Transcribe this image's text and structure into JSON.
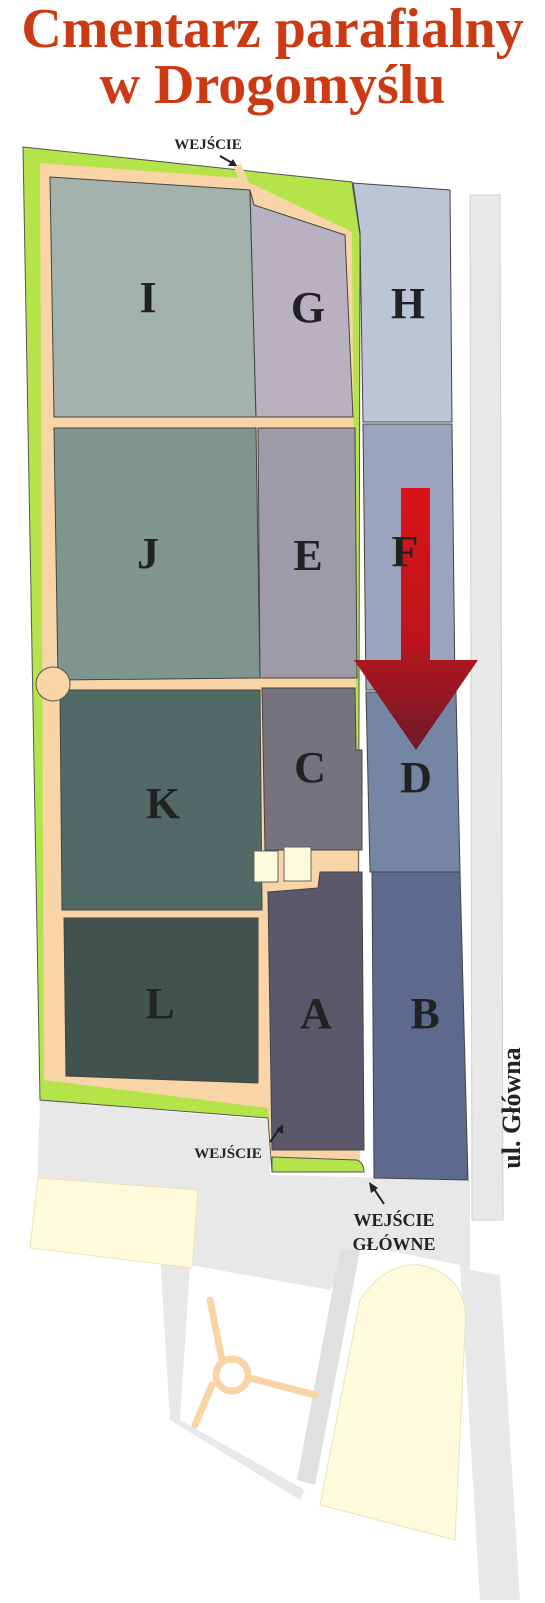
{
  "title": {
    "line1": "Cmentarz parafialny",
    "line2": "w Drogomyślu"
  },
  "sections": {
    "A": "A",
    "B": "B",
    "C": "C",
    "D": "D",
    "E": "E",
    "F": "F",
    "G": "G",
    "H": "H",
    "I": "I",
    "J": "J",
    "K": "K",
    "L": "L"
  },
  "labels": {
    "entrance_top": "WEJŚCIE",
    "entrance_bottom": "WEJŚCIE",
    "main_entrance_line1": "WEJŚCIE",
    "main_entrance_line2": "GŁÓWNE",
    "street": "ul. Główna"
  },
  "colors": {
    "title": "#cc3a14",
    "grass": "#b5e44a",
    "path": "#f8d4a6",
    "arrow": "#b5121b",
    "area_beige": "#fffadc",
    "road": "#e8e8e8"
  }
}
